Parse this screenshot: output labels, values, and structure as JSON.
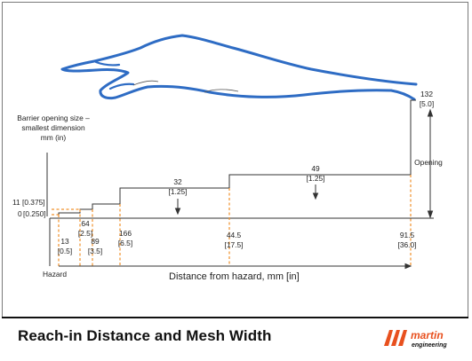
{
  "caption": {
    "title": "Reach-in Distance and Mesh Width"
  },
  "logo": {
    "brand": "martin",
    "subtext": "engineering",
    "mark": "m",
    "color": "#e8501e"
  },
  "colors": {
    "arm": "#2e6cc4",
    "dashed": "#f0902a",
    "line": "#333333"
  },
  "y_axis": {
    "title_lines": [
      "Barrier opening size –",
      "smallest dimension",
      "mm (in)"
    ]
  },
  "x_axis": {
    "title": "Distance from hazard, mm [in]",
    "origin_label": "Hazard"
  },
  "opening_label": "Opening",
  "barrier_levels": [
    {
      "metric": "11",
      "imperial": "[0.375]"
    },
    {
      "metric": "0",
      "imperial": "[0.250]"
    }
  ],
  "step_labels": [
    {
      "metric": "64",
      "imperial": "[2.5]"
    },
    {
      "metric": "32",
      "imperial": "[1.25]"
    },
    {
      "metric": "49",
      "imperial": "[1.25]"
    },
    {
      "metric": "132",
      "imperial": "[5.0]"
    }
  ],
  "distance_markers": [
    {
      "metric": "13",
      "imperial": "[0.5]"
    },
    {
      "metric": "89",
      "imperial": "[3.5]"
    },
    {
      "metric": "166",
      "imperial": "[6.5]"
    },
    {
      "metric": "44.5",
      "imperial": "[17.5]"
    },
    {
      "metric": "91.5",
      "imperial": "[36.0]"
    }
  ]
}
